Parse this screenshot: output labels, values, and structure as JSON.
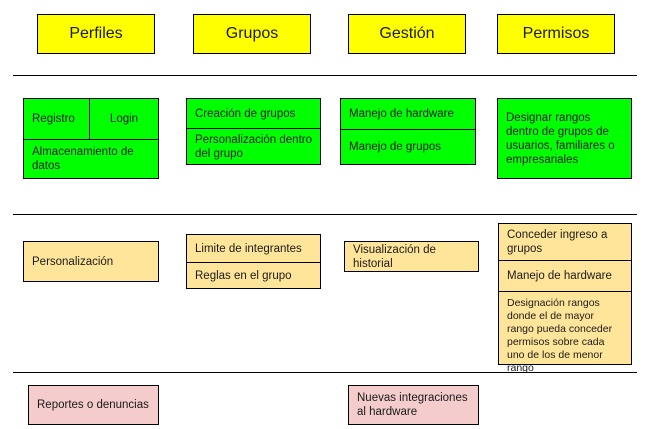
{
  "headers": {
    "perfiles": "Perfiles",
    "grupos": "Grupos",
    "gestion": "Gestión",
    "permisos": "Permisos"
  },
  "row1": {
    "perfiles": {
      "registro": "Registro",
      "login": "Login",
      "almacenamiento": "Almacenamiento de datos"
    },
    "grupos": {
      "creacion": "Creación de grupos",
      "personalizacion": "Personalización dentro del grupo"
    },
    "gestion": {
      "hardware": "Manejo de hardware",
      "grupos": "Manejo de grupos"
    },
    "permisos": {
      "designar": "Designar rangos dentro de grupos de usuarios, familiares o empresariales"
    }
  },
  "row2": {
    "perfiles": {
      "personalizacion": "Personalización"
    },
    "grupos": {
      "limite": "Limite de integrantes",
      "reglas": "Reglas en el grupo"
    },
    "gestion": {
      "historial": "Visualización de historial"
    },
    "permisos": {
      "ingreso": "Conceder ingreso a grupos",
      "hardware": "Manejo de hardware",
      "designacion": "Designación rangos donde el de mayor rango pueda conceder permisos sobre cada uno de los de menor rango"
    }
  },
  "row3": {
    "perfiles": {
      "reportes": "Reportes o denuncias"
    },
    "gestion": {
      "integraciones": "Nuevas integraciones al hardware"
    }
  },
  "colors": {
    "header": "#ffff00",
    "row1": "#00ff00",
    "row2": "#ffe599",
    "row3": "#f4cccc"
  }
}
